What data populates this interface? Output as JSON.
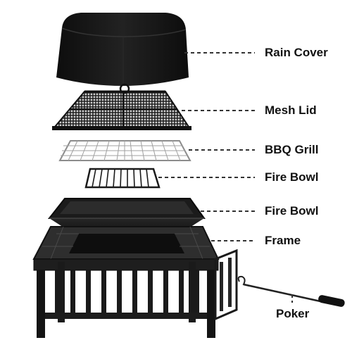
{
  "parts": [
    {
      "id": "rain-cover",
      "label": "Rain Cover"
    },
    {
      "id": "mesh-lid",
      "label": "Mesh Lid"
    },
    {
      "id": "bbq-grill",
      "label": "BBQ Grill"
    },
    {
      "id": "fire-bowl-grate",
      "label": "Fire Bowl"
    },
    {
      "id": "fire-bowl",
      "label": "Fire Bowl"
    },
    {
      "id": "frame",
      "label": "Frame"
    },
    {
      "id": "poker",
      "label": "Poker"
    }
  ],
  "colors": {
    "metal": "#1d1d1d",
    "metal_dark": "#0c0c0c",
    "metal_light": "#3a3a3a",
    "grill": "#8c8c8c",
    "leader": "#333333"
  }
}
